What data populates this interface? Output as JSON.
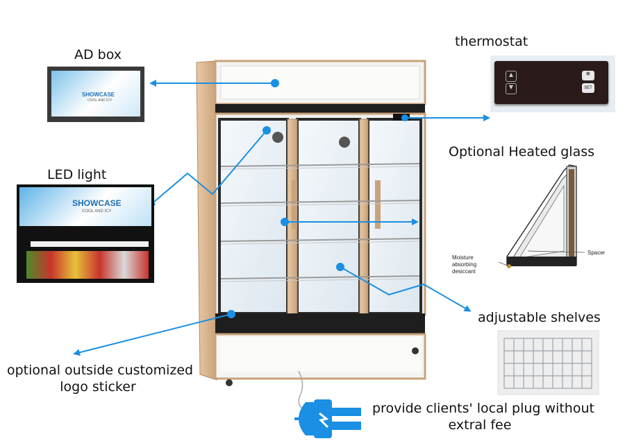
{
  "labels": {
    "ad_box": "AD box",
    "thermostat": "thermostat",
    "heated_glass": "Optional Heated glass",
    "led_light": "LED light",
    "adjustable_shelves": "adjustable shelves",
    "logo_sticker_line1": "optional outside customized",
    "logo_sticker_line2": "logo sticker",
    "plug_line1": "provide clients' local plug without",
    "plug_line2": "extral fee"
  },
  "photo_text": {
    "ad_panel_title": "SHOWCASE",
    "ad_panel_sub": "COOL AND ICY",
    "thermostat_set": "SET",
    "glass_moisture_1": "Moisture",
    "glass_moisture_2": "absorbing",
    "glass_moisture_3": "desiccant",
    "glass_spacer": "Spacer"
  },
  "colors": {
    "arrow": "#1a8fe3",
    "fridge_frame": "#d9b896",
    "glass": "#e9f1f7",
    "plug": "#1a8fe3"
  }
}
